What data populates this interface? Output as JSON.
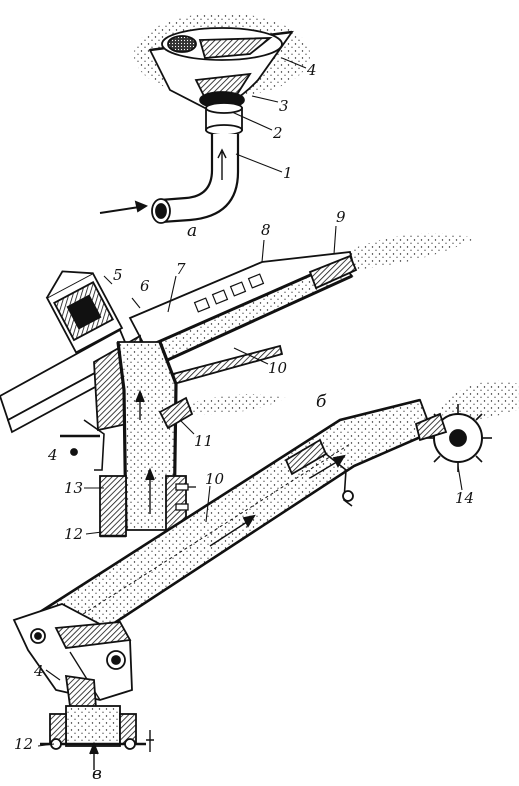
{
  "callouts": [
    "1",
    "2",
    "3",
    "4",
    "5",
    "6",
    "7",
    "8",
    "9",
    "10",
    "11",
    "12",
    "13",
    "14"
  ],
  "callouts_repeated": {
    "c4b": "4",
    "c4c": "4",
    "c10b": "10",
    "c12b": "12"
  },
  "section_labels": [
    "а",
    "б",
    "в"
  ]
}
